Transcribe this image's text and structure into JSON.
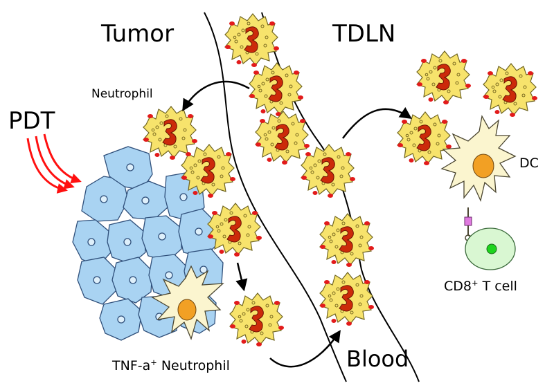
{
  "labels": {
    "tumor": "Tumor",
    "tdln": "TDLN",
    "neutrophil": "Neutrophil",
    "pdt": "PDT",
    "dc": "DC",
    "cd8_main": "CD8",
    "cd8_sup": "+",
    "cd8_rest": " T cell",
    "tnf_main": "TNF-a",
    "tnf_sup": "+",
    "tnf_rest": " Neutrophil",
    "blood": "Blood"
  },
  "colors": {
    "tumor_cell": "#a9d3f2",
    "neutrophil_body": "#f7e36c",
    "neutrophil_nucleus": "#cc2a0a",
    "neutrophil_granule": "#e21b1b",
    "dendritic_cell": "#fbf5cf",
    "dc_nucleus": "#f2a024",
    "t_cell": "#d9f7d2",
    "t_cell_nucleus": "#1ed41e",
    "pdt_arrow": "#ff1010",
    "synapse_receptor": "#e07ae0"
  }
}
